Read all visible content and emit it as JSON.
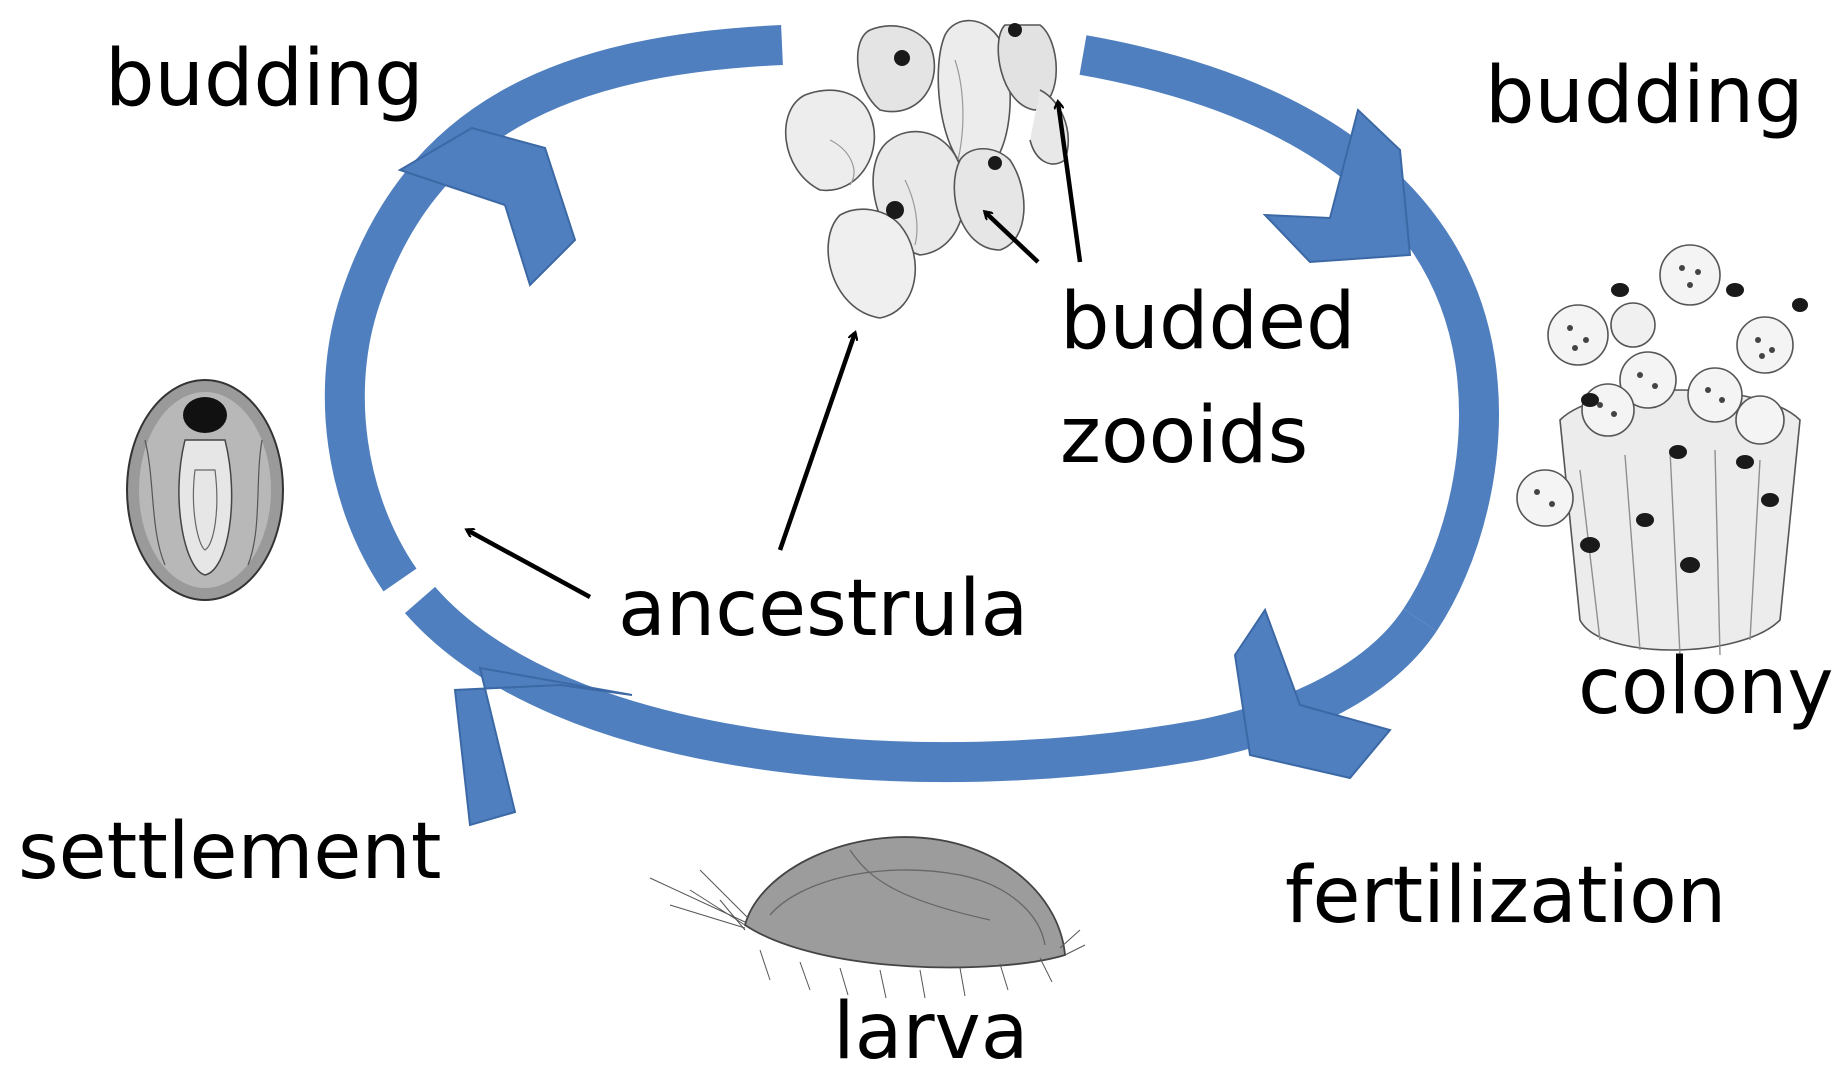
{
  "diagram": {
    "labels": {
      "budding_left": "budding",
      "budding_right": "budding",
      "budded_line1": "budded",
      "budded_line2": "zooids",
      "ancestrula": "ancestrula",
      "colony": "colony",
      "settlement": "settlement",
      "fertilization": "fertilization",
      "larva": "larva"
    },
    "colors": {
      "cycle": "#4f7fbe",
      "cycle_edge": "#3c69a6",
      "ink": "#000000",
      "sketch_fill": "#ededed",
      "sketch_shade": "#bdbdbd",
      "sketch_dark": "#1a1a1a"
    },
    "illustrations": [
      "ancestrula-with-buds-sketch",
      "colony-sketch",
      "settled-ancestrula-sketch",
      "larva-sketch"
    ]
  }
}
